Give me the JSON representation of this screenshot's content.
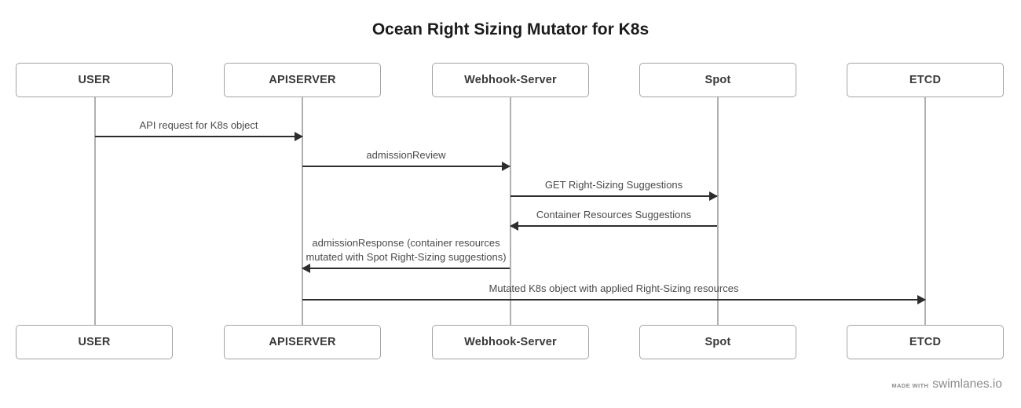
{
  "title": "Ocean Right Sizing Mutator for K8s",
  "actors": [
    {
      "label": "USER"
    },
    {
      "label": "APISERVER"
    },
    {
      "label": "Webhook-Server"
    },
    {
      "label": "Spot"
    },
    {
      "label": "ETCD"
    }
  ],
  "messages": [
    {
      "from": "USER",
      "to": "APISERVER",
      "direction": "right",
      "label": "API request for K8s object"
    },
    {
      "from": "APISERVER",
      "to": "Webhook-Server",
      "direction": "right",
      "label": "admissionReview"
    },
    {
      "from": "Webhook-Server",
      "to": "Spot",
      "direction": "right",
      "label": "GET Right-Sizing Suggestions"
    },
    {
      "from": "Spot",
      "to": "Webhook-Server",
      "direction": "left",
      "label": "Container Resources Suggestions"
    },
    {
      "from": "Webhook-Server",
      "to": "APISERVER",
      "direction": "left",
      "label": "admissionResponse (container resources\nmutated with Spot Right-Sizing suggestions)"
    },
    {
      "from": "APISERVER",
      "to": "ETCD",
      "direction": "right",
      "label": "Mutated K8s object with applied Right-Sizing resources"
    }
  ],
  "branding": {
    "prefix": "MADE WITH",
    "name": "swimlanes.io"
  },
  "colors": {
    "background": "#ffffff",
    "title_text": "#1b1b1b",
    "actor_text": "#3a3a3a",
    "actor_border": "#a3a3a3",
    "lifeline": "#b0b0b0",
    "arrow": "#2d2d2d",
    "message_text": "#4a4a4a",
    "branding_text": "#8c8c8c"
  }
}
